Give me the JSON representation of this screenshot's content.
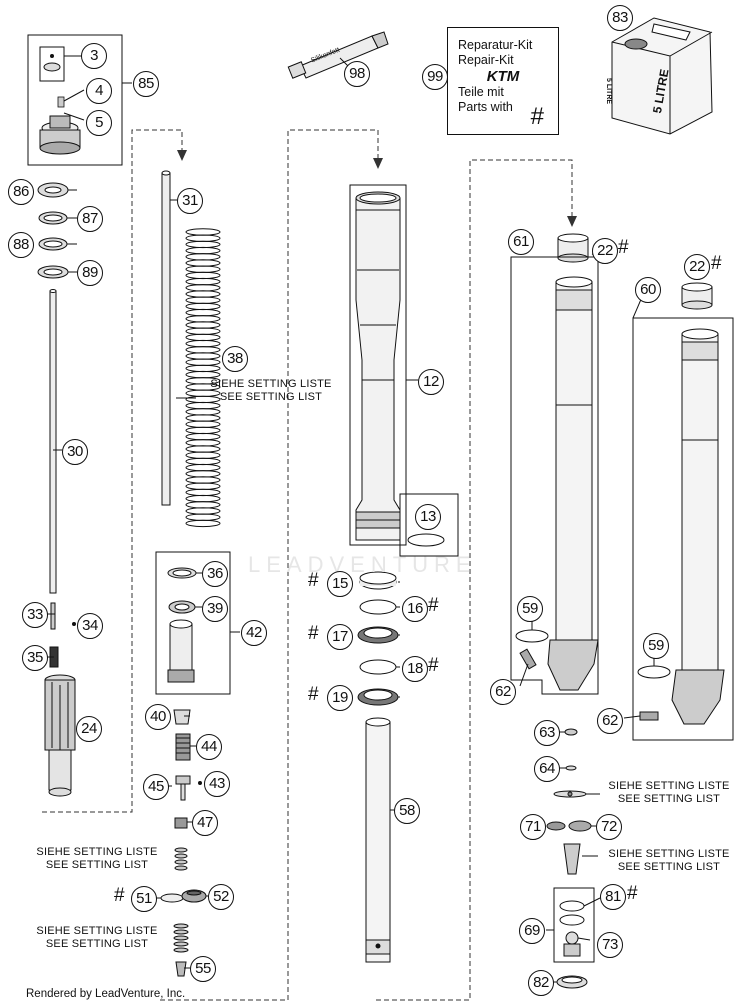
{
  "callouts": {
    "c3": "3",
    "c4": "4",
    "c5": "5",
    "c85": "85",
    "c86": "86",
    "c87": "87",
    "c88": "88",
    "c89": "89",
    "c30": "30",
    "c33": "33",
    "c34": "34",
    "c35": "35",
    "c24": "24",
    "c31": "31",
    "c38": "38",
    "c36": "36",
    "c39": "39",
    "c42": "42",
    "c40": "40",
    "c44": "44",
    "c45": "45",
    "c43": "43",
    "c47": "47",
    "c51": "51",
    "c52": "52",
    "c55": "55",
    "c98": "98",
    "c12": "12",
    "c13": "13",
    "c15": "15",
    "c16": "16",
    "c17": "17",
    "c18": "18",
    "c19": "19",
    "c58": "58",
    "c99": "99",
    "c83": "83",
    "c61": "61",
    "c22a": "22",
    "c22b": "22",
    "c60": "60",
    "c59a": "59",
    "c59b": "59",
    "c62a": "62",
    "c62b": "62",
    "c63": "63",
    "c64": "64",
    "c71": "71",
    "c72": "72",
    "c81": "81",
    "c69": "69",
    "c73": "73",
    "c82": "82"
  },
  "hash": "#",
  "setting_lists": {
    "line1": "SIEHE SETTING LISTE",
    "line2": "SEE SETTING LIST"
  },
  "repair_kit": {
    "line1": "Reparatur-Kit",
    "line2": "Repair-Kit",
    "brand": "KTM",
    "line3": "Teile mit",
    "line4": "Parts with",
    "symbol": "#"
  },
  "oil_can": {
    "label": "5 LITRE"
  },
  "tube_label": "Silikonfett",
  "watermark": "LEADVENTURE",
  "footer": "Rendered by LeadVenture, Inc."
}
